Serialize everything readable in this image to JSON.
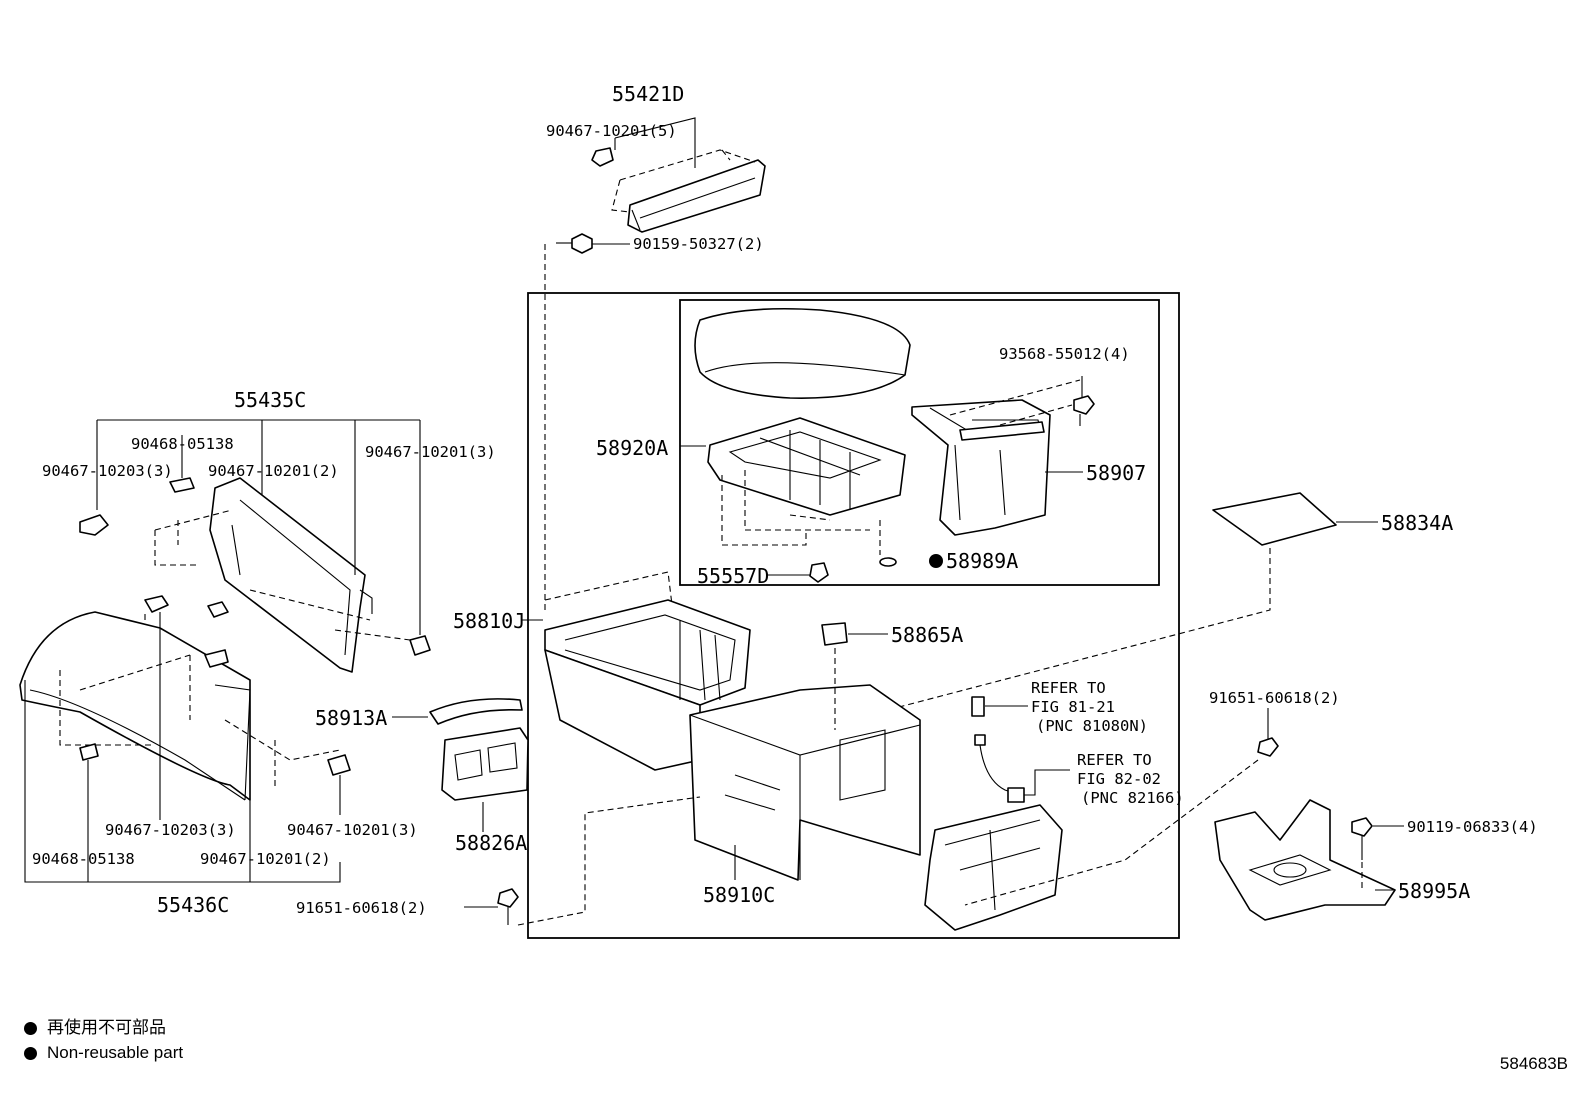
{
  "parts": {
    "p55421D": "55421D",
    "p90467_10201_5": "90467-10201(5)",
    "p90159_50327_2": "90159-50327(2)",
    "p55435C": "55435C",
    "p90468_05138_top": "90468-05138",
    "p90467_10203_3_top": "90467-10203(3)",
    "p90467_10201_2_top": "90467-10201(2)",
    "p90467_10201_3_top": "90467-10201(3)",
    "p93568_55012_4": "93568-55012(4)",
    "p58920A": "58920A",
    "p58907": "58907",
    "p58834A": "58834A",
    "p55557D": "55557D",
    "p58989A": "58989A",
    "p58810J": "58810J",
    "p58865A": "58865A",
    "p58913A": "58913A",
    "p58826A": "58826A",
    "p58910C": "58910C",
    "p91651_60618_2_right": "91651-60618(2)",
    "p90119_06833_4": "90119-06833(4)",
    "p58995A": "58995A",
    "p90467_10203_3_bottom": "90467-10203(3)",
    "p90467_10201_3_bottom": "90467-10201(3)",
    "p90468_05138_bottom": "90468-05138",
    "p90467_10201_2_bottom": "90467-10201(2)",
    "p55436C": "55436C",
    "p91651_60618_2_bottom": "91651-60618(2)"
  },
  "references": {
    "ref1_line1": "REFER TO",
    "ref1_line2": "FIG 81-21",
    "ref1_line3": "(PNC 81080N)",
    "ref2_line1": "REFER TO",
    "ref2_line2": "FIG 82-02",
    "ref2_line3": "(PNC 82166)"
  },
  "legend": {
    "japanese": "再使用不可部品",
    "english": "Non-reusable part"
  },
  "illustration_number": "584683B"
}
